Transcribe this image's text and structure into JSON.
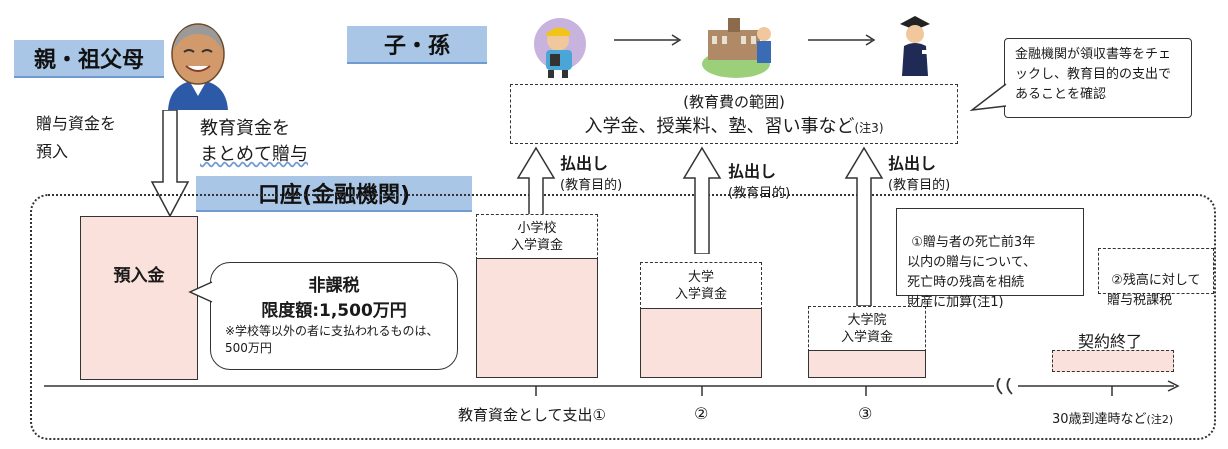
{
  "labels": {
    "parents": "親・祖父母",
    "children": "子・孫",
    "deposit_note_1": "贈与資金を",
    "deposit_note_2": "預入",
    "gift_note_1": "教育資金を",
    "gift_note_2": "まとめて贈与",
    "account": "口座(金融機関)",
    "scope_title": "(教育費の範囲)",
    "scope_body": "入学金、授業料、塾、習い事など",
    "scope_note": "(注3)",
    "bank_check": "金融機関が領収書等をチェックし、教育目的の支出であることを確認",
    "withdraw": "払出し",
    "withdraw_purpose": "(教育目的)",
    "deposit_box": "預入金",
    "tax_free": "非課税",
    "limit": "限度額:1,500万円",
    "limit_note": "※学校等以外の者に支払われるものは、500万円",
    "elementary": "小学校\n入学資金",
    "university": "大学\n入学資金",
    "graduate": "大学院\n入学資金",
    "note1": "①贈与者の死亡前3年\n 以内の贈与について、\n 死亡時の残高を相続\n 財産に加算(注1)",
    "note2": "②残高に対して\n 贈与税課税",
    "contract_end": "契約終了",
    "spend1": "教育資金として支出①",
    "spend2": "②",
    "spend3": "③",
    "age30": "30歳到達時など",
    "age30_note": "(注2)"
  },
  "colors": {
    "tag": "#a9c6e6",
    "balance": "#fbe1dc",
    "line": "#333333"
  },
  "icons": [
    "grandparent-icon",
    "child-icon",
    "university-building-icon",
    "graduate-icon"
  ]
}
